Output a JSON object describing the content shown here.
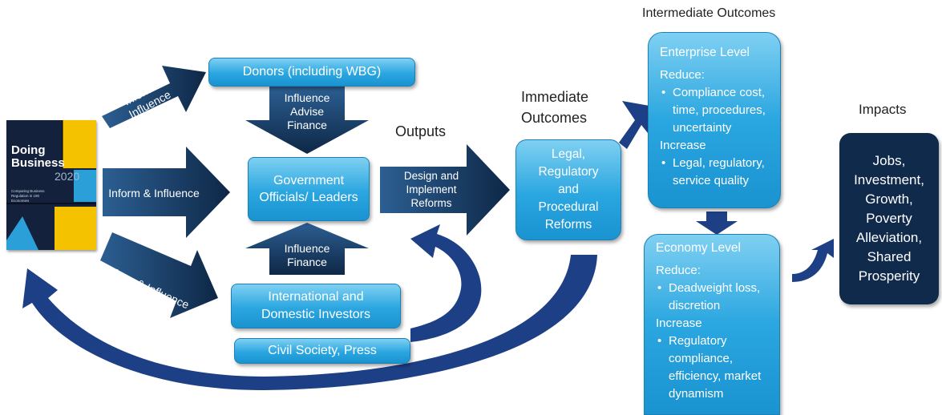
{
  "report_cover": {
    "title_line1": "Doing",
    "title_line2": "Business",
    "year": "2020",
    "subtitle": "Comparing Business Regulation in 190 Economies"
  },
  "sources": {
    "donors": "Donors (including WBG)",
    "government": "Government Officials/ Leaders",
    "investors": "International and Domestic Investors",
    "civil_society": "Civil Society, Press"
  },
  "arrows": {
    "inform_top": "Inform & Influence",
    "inform_middle": "Inform & Influence",
    "inform_bottom": "Inform & Influence",
    "donor_influence": [
      "Influence",
      "Advise",
      "Finance"
    ],
    "investor_influence": [
      "Influence",
      "Finance"
    ],
    "design_implement": [
      "Design and",
      "Implement",
      "Reforms"
    ]
  },
  "headings": {
    "outputs": "Outputs",
    "immediate": "Immediate Outcomes",
    "intermediate": "Intermediate Outcomes",
    "impacts": "Impacts"
  },
  "immediate_box": "Legal, Regulatory and Procedural Reforms",
  "enterprise": {
    "title": "Enterprise Level",
    "reduce": "Reduce:",
    "reduce_item": "Compliance cost, time, procedures, uncertainty",
    "increase": "Increase",
    "increase_item": "Legal, regulatory, service quality"
  },
  "economy": {
    "title": "Economy Level",
    "reduce": "Reduce:",
    "reduce_item": "Deadweight loss, discretion",
    "increase": "Increase",
    "increase_item": "Regulatory compliance, efficiency, market dynamism"
  },
  "impacts_box": [
    "Jobs,",
    "Investment,",
    "Growth,",
    "Poverty",
    "Alleviation,",
    "Shared",
    "Prosperity"
  ],
  "colors": {
    "dark_navy": "#0f2a4a",
    "light_blue": "#2aa6e0",
    "cover_yellow": "#f5c200"
  }
}
